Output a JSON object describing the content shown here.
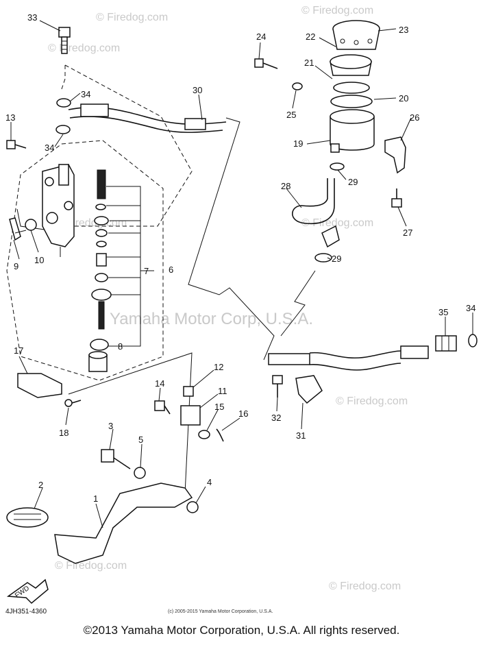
{
  "diagram_code": "4JH351-4360",
  "small_copyright": "(c) 2005-2015 Yamaha Motor Corporation, U.S.A.",
  "footer_copyright": "©2013 Yamaha Motor Corporation, U.S.A. All rights reserved.",
  "watermarks": [
    "© Firedog.com",
    "Yamaha Motor Corp, U.S.A."
  ],
  "fwd_label": "FWD",
  "callouts": [
    "33",
    "34",
    "34",
    "13",
    "9",
    "10",
    "7",
    "6",
    "8",
    "17",
    "18",
    "14",
    "12",
    "11",
    "15",
    "16",
    "3",
    "5",
    "2",
    "1",
    "4",
    "30",
    "24",
    "22",
    "23",
    "21",
    "25",
    "20",
    "19",
    "26",
    "29",
    "28",
    "27",
    "29",
    "35",
    "34",
    "32",
    "31"
  ],
  "colors": {
    "ink": "#111111",
    "watermark": "#c9c9c9"
  }
}
